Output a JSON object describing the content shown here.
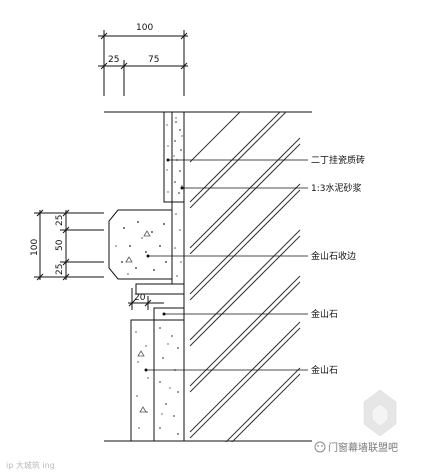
{
  "dimensions": {
    "top_total": "100",
    "top_left": "25",
    "top_right": "75",
    "left_top": "25",
    "left_mid": "50",
    "left_bottom": "25",
    "left_total": "100",
    "bottom_small": "20"
  },
  "labels": [
    "二丁挂瓷质砖",
    "1:3水泥砂浆",
    "金山石收边",
    "金山石",
    "金山石"
  ],
  "watermark": {
    "text": "门窗幕墙联盟吧",
    "corner_text": "ip 大城筑 ing"
  },
  "colors": {
    "line": "#111111",
    "hatch": "#333333",
    "stone_dot": "#555555",
    "watermark": "#8a8a8a"
  }
}
